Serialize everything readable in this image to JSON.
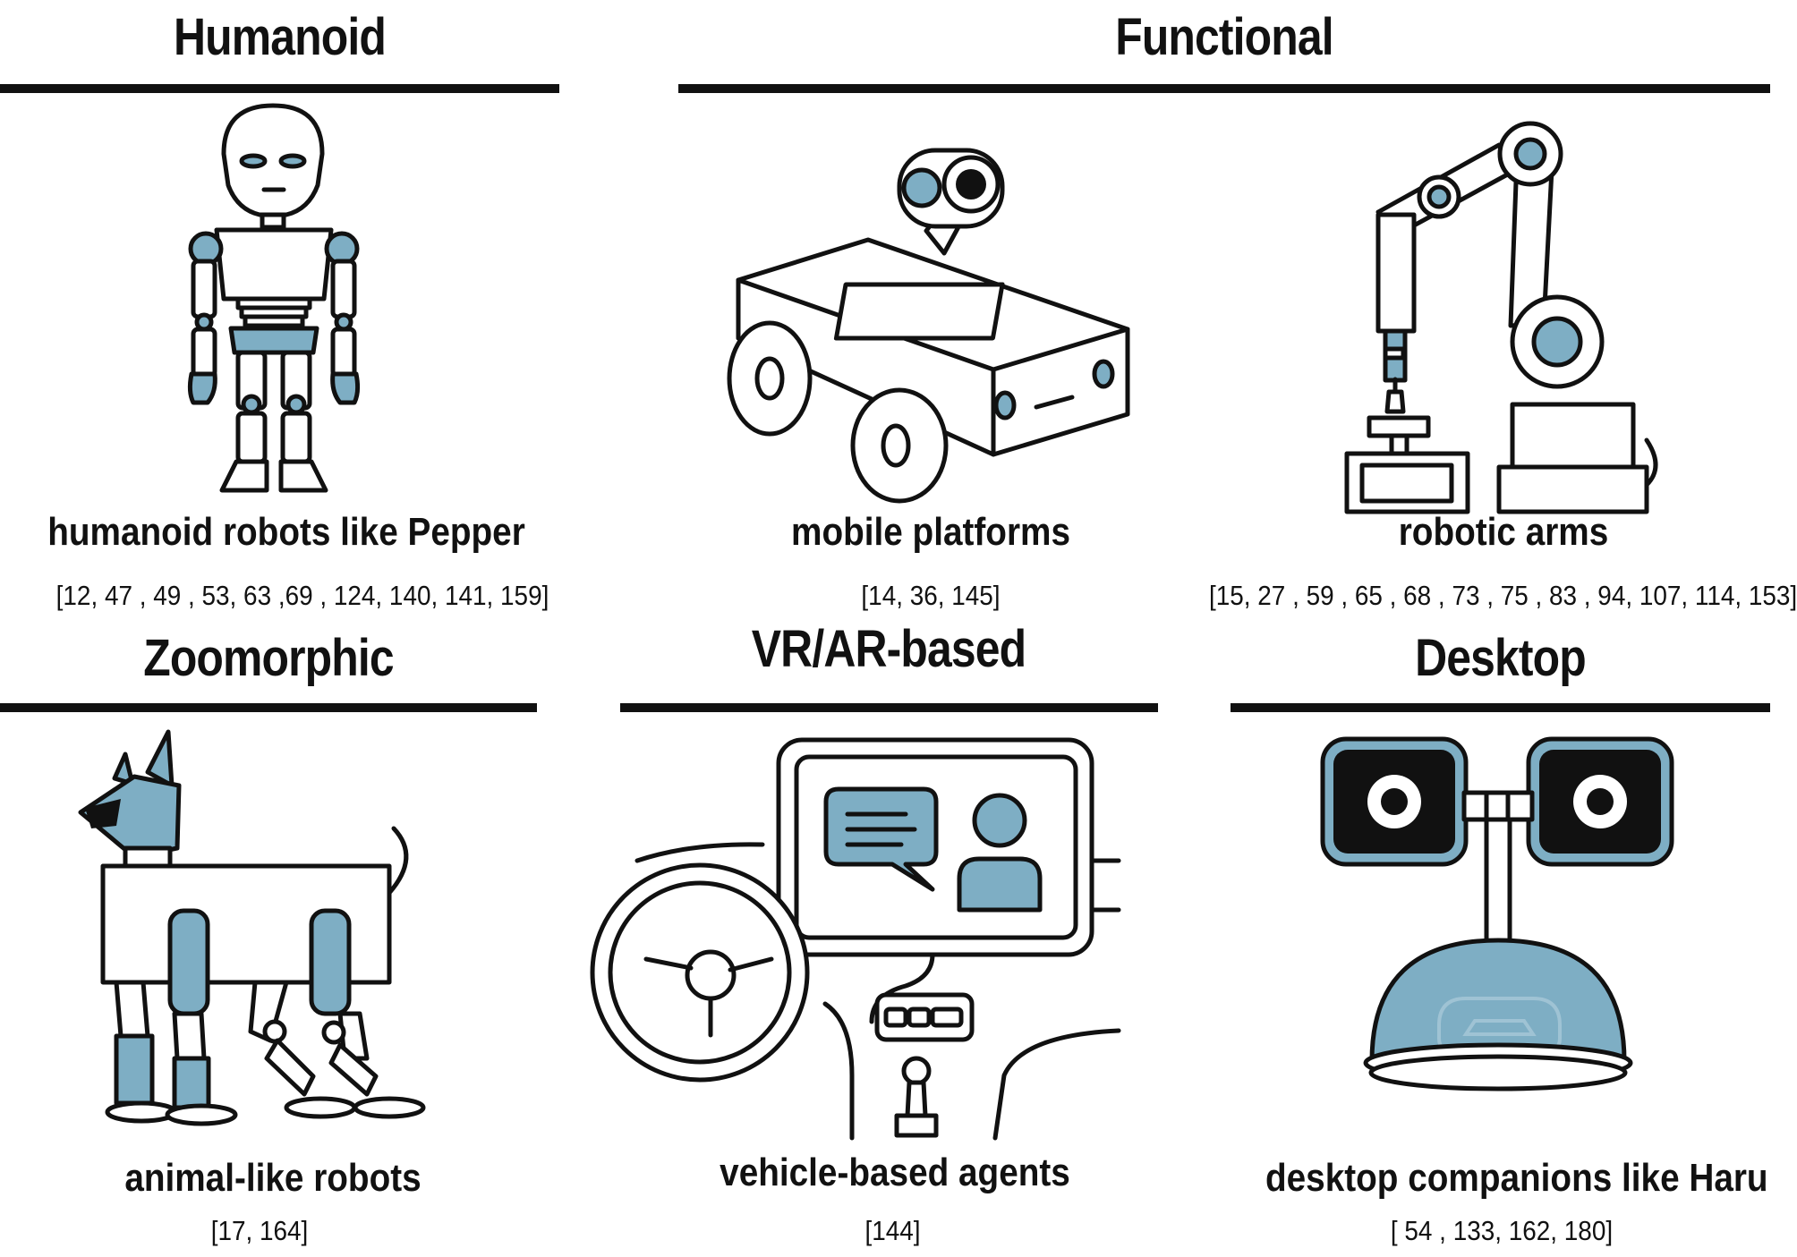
{
  "headers": {
    "humanoid": "Humanoid",
    "functional": "Functional",
    "zoomorphic": "Zoomorphic",
    "vrar": "VR/AR-based",
    "desktop": "Desktop"
  },
  "cards": {
    "humanoid": {
      "caption": "humanoid robots like Pepper",
      "refs": "[12, 47 , 49 , 53, 63 ,69 , 124, 140, 141, 159]"
    },
    "mobile": {
      "caption": "mobile platforms",
      "refs": "[14, 36, 145]"
    },
    "arms": {
      "caption": "robotic arms",
      "refs": "[15, 27 , 59 , 65 , 68 , 73 , 75 , 83 , 94, 107, 114, 153]"
    },
    "animal": {
      "caption": "animal-like robots",
      "refs": "[17, 164]"
    },
    "vehicle": {
      "caption": "vehicle-based agents",
      "refs": "[144]"
    },
    "desktop": {
      "caption": "desktop companions like Haru",
      "refs": "[ 54 , 133, 162, 180]"
    }
  },
  "colors": {
    "accent": "#7eaec4",
    "ink": "#111111",
    "background": "#ffffff"
  },
  "icons": [
    "humanoid-robot-icon",
    "mobile-platform-icon",
    "robotic-arm-icon",
    "robot-dog-icon",
    "vehicle-dashboard-icon",
    "desktop-companion-icon"
  ]
}
